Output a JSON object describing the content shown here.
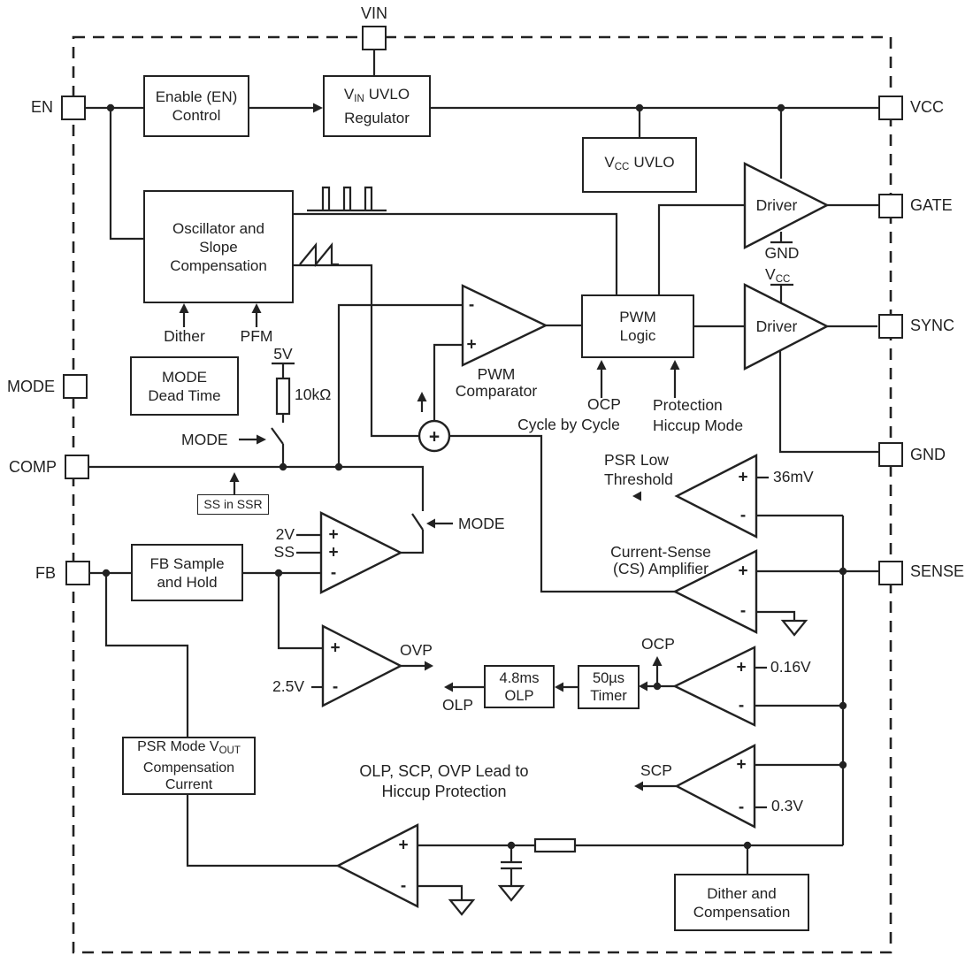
{
  "sym": {
    "plus": "+",
    "minus": "-"
  },
  "pins": {
    "vin": "VIN",
    "en": "EN",
    "mode": "MODE",
    "comp": "COMP",
    "fb": "FB",
    "vcc": "VCC",
    "gate": "GATE",
    "sync": "SYNC",
    "gnd": "GND",
    "sense": "SENSE"
  },
  "blocks": {
    "enable": {
      "l1": "Enable (EN)",
      "l2": "Control"
    },
    "vin_uvlo": {
      "v": "V",
      "sub": "IN",
      "rest": "UVLO",
      "l2": "Regulator"
    },
    "vcc_uvlo": {
      "v": "V",
      "sub": "CC",
      "rest": "UVLO"
    },
    "osc": {
      "l1": "Oscillator and",
      "l2": "Slope",
      "l3": "Compensation"
    },
    "mode_dt": {
      "l1": "MODE",
      "l2": "Dead Time"
    },
    "fb_sh": {
      "l1": "FB Sample",
      "l2": "and Hold"
    },
    "pwm_logic": {
      "l1": "PWM",
      "l2": "Logic"
    },
    "olp_box": {
      "l1": "4.8ms",
      "l2": "OLP"
    },
    "timer_box": {
      "l1": "50µs",
      "l2": "Timer"
    },
    "psr_mode": {
      "l1a": "PSR Mode V",
      "l1sub": "OUT",
      "l2": "Compensation",
      "l3": "Current"
    },
    "dither_comp": {
      "l1": "Dither and",
      "l2": "Compensation"
    },
    "ss_ssr": "SS in SSR"
  },
  "labels": {
    "dither": "Dither",
    "pfm": "PFM",
    "supply_5v": "5V",
    "res_10k": "10kΩ",
    "mode_sw1": "MODE",
    "mode_sw2": "MODE",
    "pwm_comp": {
      "l1": "PWM",
      "l2": "Comparator"
    },
    "ocp_cbc": {
      "l1": "OCP",
      "l2": "Cycle by Cycle"
    },
    "prot": {
      "l1": "Protection",
      "l2": "Hiccup Mode"
    },
    "driver_gate": "Driver",
    "driver_sync": "Driver",
    "gnd_sym": "GND",
    "vcc_sym": {
      "v": "V",
      "sub": "CC"
    },
    "psr_low": {
      "l1": "PSR Low",
      "l2": "Threshold"
    },
    "ref_36mv": "36mV",
    "cs_amp": {
      "l1": "Current-Sense",
      "l2": "(CS) Amplifier"
    },
    "in_2v": "2V",
    "in_ss": "SS",
    "ovp": "OVP",
    "ref_2v5": "2.5V",
    "olp_out": "OLP",
    "ocp_out": "OCP",
    "ref_016": "0.16V",
    "scp": "SCP",
    "ref_03": "0.3V",
    "note": {
      "l1": "OLP, SCP, OVP Lead to",
      "l2": "Hiccup Protection"
    }
  }
}
